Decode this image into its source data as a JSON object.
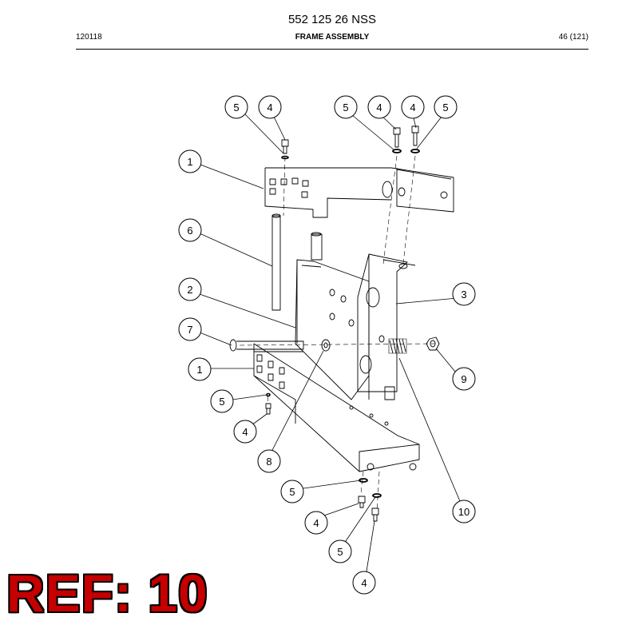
{
  "header": {
    "doc_number": "552 125 26 NSS",
    "date_code": "120118",
    "title": "FRAME ASSEMBLY",
    "page": "46 (121)"
  },
  "callouts": [
    "5",
    "4",
    "5",
    "4",
    "4",
    "5",
    "1",
    "6",
    "2",
    "3",
    "7",
    "1",
    "9",
    "5",
    "4",
    "8",
    "5",
    "10",
    "4",
    "5",
    "4"
  ],
  "ref_label": "REF: 10"
}
